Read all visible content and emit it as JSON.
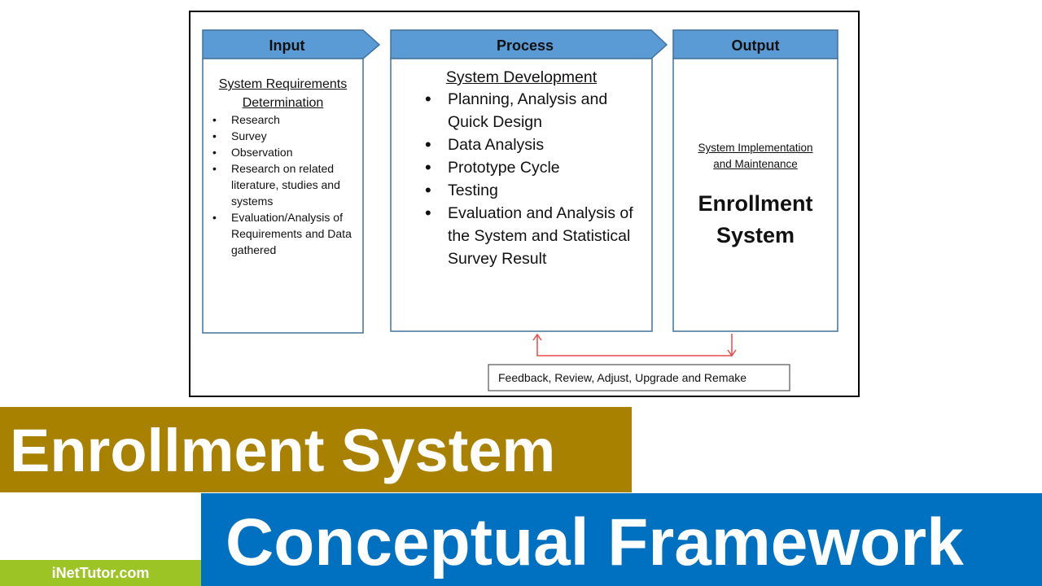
{
  "diagram": {
    "input": {
      "title": "Input",
      "subtitle_line1": "System Requirements",
      "subtitle_line2": "Determination",
      "items": [
        "Research",
        "Survey",
        "Observation",
        "Research on related literature, studies and systems",
        "Evaluation/Analysis of Requirements and Data gathered"
      ]
    },
    "process": {
      "title": "Process",
      "subtitle": "System Development",
      "items": [
        "Planning, Analysis and Quick Design",
        "Data Analysis",
        "Prototype Cycle",
        "Testing",
        "Evaluation and Analysis of the System and Statistical Survey Result"
      ]
    },
    "output": {
      "title": "Output",
      "subtitle_line1": "System Implementation",
      "subtitle_line2": "and Maintenance",
      "main_line1": "Enrollment",
      "main_line2": "System"
    },
    "feedback": "Feedback, Review, Adjust, Upgrade and Remake"
  },
  "banner": {
    "line1": "Enrollment System",
    "line2": "Conceptual Framework",
    "brand": "iNetTutor.com"
  },
  "colors": {
    "header": "#5b9bd5",
    "border": "#41719c",
    "arrow": "#e84a4a",
    "gold": "#a88100",
    "blue": "#0070c0",
    "green": "#9bc424"
  }
}
